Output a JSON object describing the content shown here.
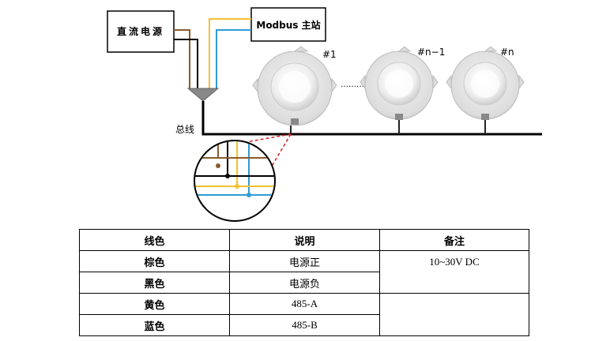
{
  "diagram": {
    "power_box": "直流电源",
    "master_box": "Modbus 主站",
    "bus_label": "总线",
    "detectors": [
      "#1",
      "#n−1",
      "#n"
    ],
    "ellipsis": "………",
    "wire_colors": {
      "brown": "#8B5A2B",
      "black": "#000000",
      "yellow": "#F2C12E",
      "blue": "#2E9BD6",
      "zoom_dash": "#D22020"
    }
  },
  "table": {
    "headers": [
      "线色",
      "说明",
      "备注"
    ],
    "rows": [
      {
        "color": "棕色",
        "desc": "电源正"
      },
      {
        "color": "黑色",
        "desc": "电源负"
      },
      {
        "color": "黄色",
        "desc": "485-A"
      },
      {
        "color": "蓝色",
        "desc": "485-B"
      }
    ],
    "note_power": "10~30V DC"
  }
}
